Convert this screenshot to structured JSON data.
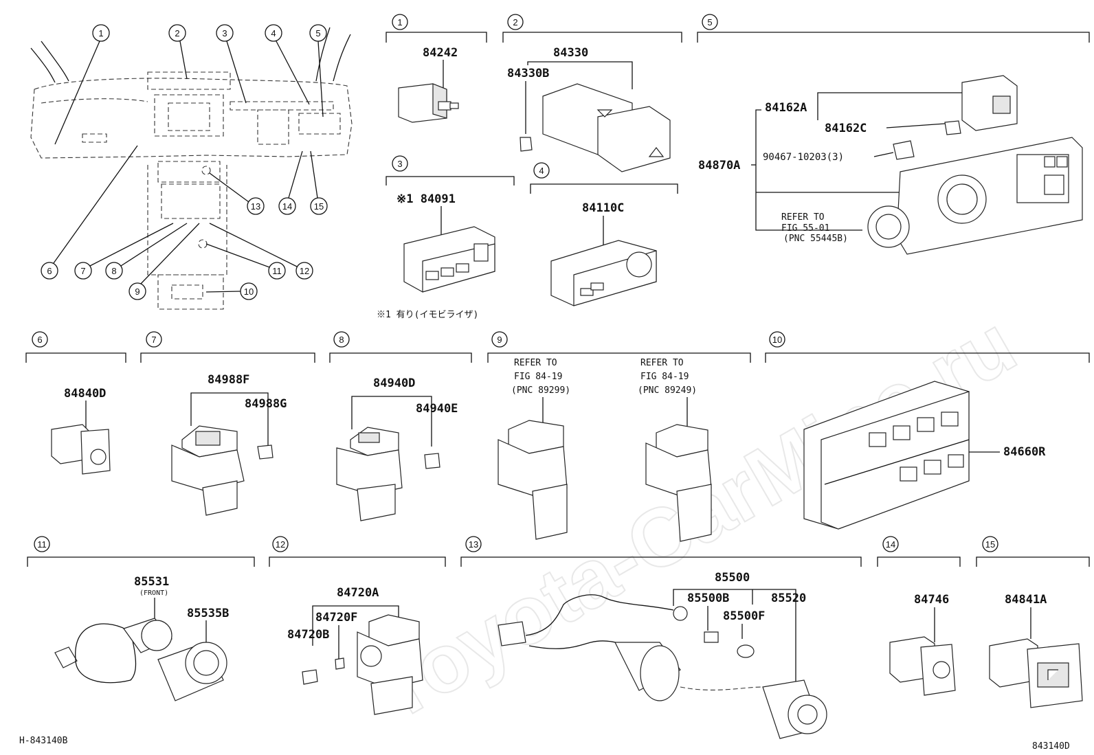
{
  "watermark": "Toyota-CarMine.ru",
  "footer": {
    "left": "H-843140B",
    "right": "843140D"
  },
  "overview_callouts": [
    "1",
    "2",
    "3",
    "4",
    "5",
    "6",
    "7",
    "8",
    "9",
    "10",
    "11",
    "12",
    "13",
    "14",
    "15"
  ],
  "sections": [
    {
      "num": "1",
      "parts": [
        "84242"
      ]
    },
    {
      "num": "2",
      "parts": [
        "84330",
        "84330B"
      ]
    },
    {
      "num": "3",
      "parts": [
        "※1 84091"
      ],
      "note": "※1  有り(イモビライザ)"
    },
    {
      "num": "4",
      "parts": [
        "84110C"
      ]
    },
    {
      "num": "5",
      "parts": [
        "84162A",
        "84162C",
        "84870A",
        "90467-10203(3)"
      ],
      "refer": [
        "REFER TO",
        "FIG 55-01",
        "(PNC 55445B)"
      ]
    },
    {
      "num": "6",
      "parts": [
        "84840D"
      ]
    },
    {
      "num": "7",
      "parts": [
        "84988F",
        "84988G"
      ]
    },
    {
      "num": "8",
      "parts": [
        "84940D",
        "84940E"
      ]
    },
    {
      "num": "9",
      "refer_a": [
        "REFER TO",
        "FIG 84-19",
        "(PNC 89299)"
      ],
      "refer_b": [
        "REFER TO",
        "FIG 84-19",
        "(PNC 89249)"
      ]
    },
    {
      "num": "10",
      "parts": [
        "84660R"
      ]
    },
    {
      "num": "11",
      "parts": [
        "85531",
        "(FRONT)",
        "85535B"
      ]
    },
    {
      "num": "12",
      "parts": [
        "84720A",
        "84720F",
        "84720B"
      ]
    },
    {
      "num": "13",
      "parts": [
        "85500",
        "85500B",
        "85500F",
        "85520"
      ]
    },
    {
      "num": "14",
      "parts": [
        "84746"
      ]
    },
    {
      "num": "15",
      "parts": [
        "84841A"
      ]
    }
  ]
}
